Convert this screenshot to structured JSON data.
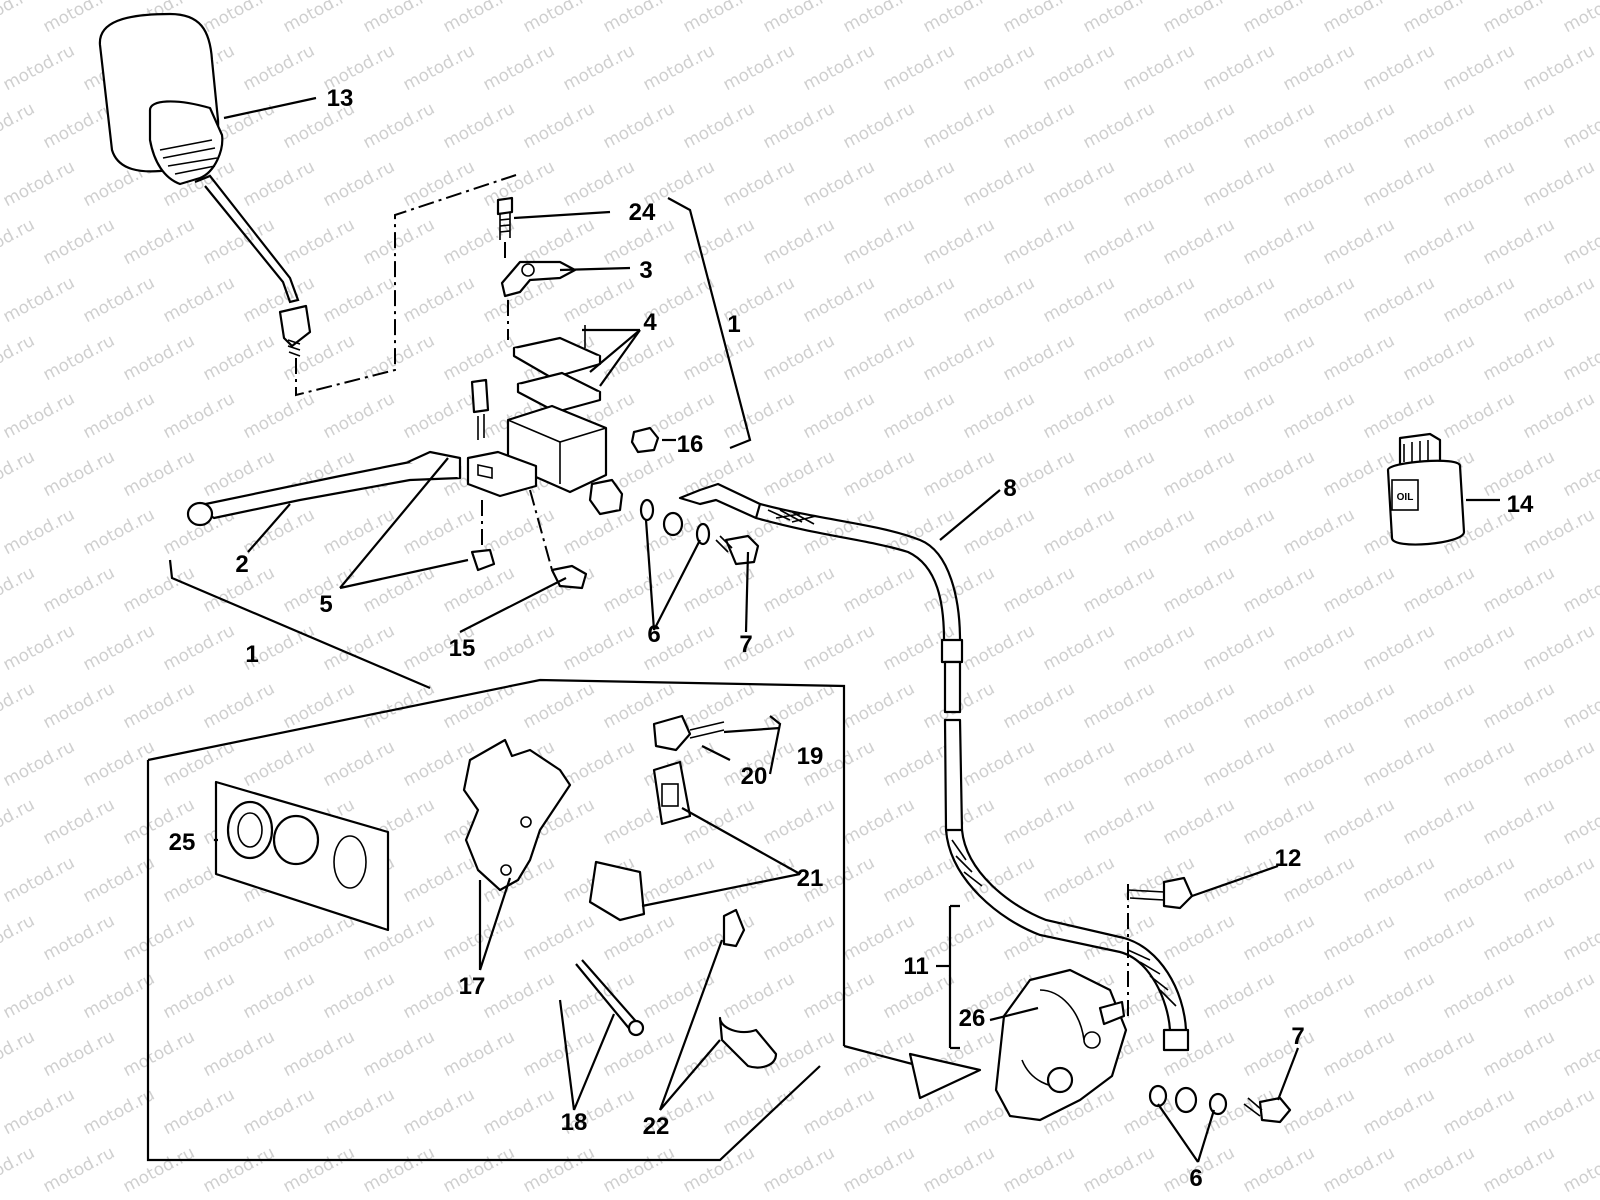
{
  "watermark": {
    "text": "motod.ru"
  },
  "callouts": [
    {
      "id": "c13",
      "label": "13"
    },
    {
      "id": "c24",
      "label": "24"
    },
    {
      "id": "c3",
      "label": "3"
    },
    {
      "id": "c4",
      "label": "4"
    },
    {
      "id": "c1a",
      "label": "1"
    },
    {
      "id": "c16",
      "label": "16"
    },
    {
      "id": "c8",
      "label": "8"
    },
    {
      "id": "c14",
      "label": "14"
    },
    {
      "id": "c2",
      "label": "2"
    },
    {
      "id": "c5",
      "label": "5"
    },
    {
      "id": "c15",
      "label": "15"
    },
    {
      "id": "c6a",
      "label": "6"
    },
    {
      "id": "c7a",
      "label": "7"
    },
    {
      "id": "c1b",
      "label": "1"
    },
    {
      "id": "c19",
      "label": "19"
    },
    {
      "id": "c20",
      "label": "20"
    },
    {
      "id": "c25",
      "label": "25"
    },
    {
      "id": "c21",
      "label": "21"
    },
    {
      "id": "c17",
      "label": "17"
    },
    {
      "id": "c12",
      "label": "12"
    },
    {
      "id": "c11",
      "label": "11"
    },
    {
      "id": "c26",
      "label": "26"
    },
    {
      "id": "c7b",
      "label": "7"
    },
    {
      "id": "c18",
      "label": "18"
    },
    {
      "id": "c22",
      "label": "22"
    },
    {
      "id": "c6b",
      "label": "6"
    }
  ],
  "oil_bottle": {
    "label": "OIL"
  }
}
